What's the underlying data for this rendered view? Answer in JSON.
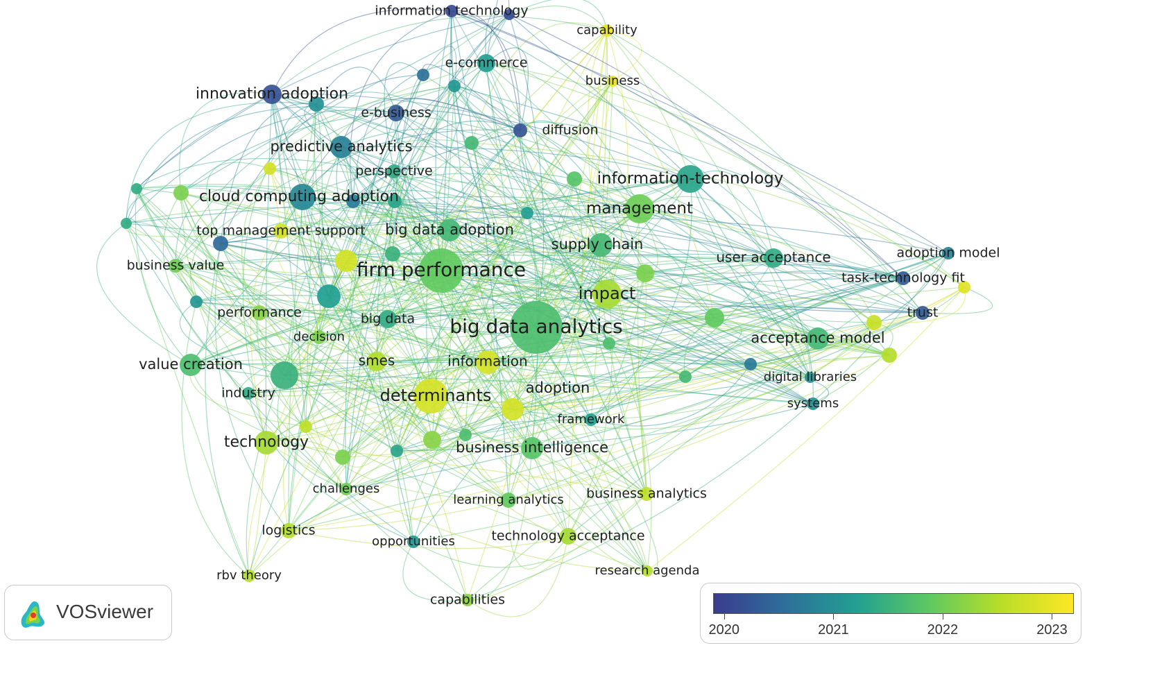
{
  "brand": {
    "name": "VOSviewer"
  },
  "legend": {
    "gradient_colors": [
      "#3b3b8f",
      "#2d6f9a",
      "#23a091",
      "#5ec962",
      "#b9de28",
      "#fde725"
    ],
    "ticks": [
      {
        "label": "2020",
        "value": 2020
      },
      {
        "label": "2021",
        "value": 2021
      },
      {
        "label": "2022",
        "value": 2022
      },
      {
        "label": "2023",
        "value": 2023
      }
    ],
    "range": [
      2019.9,
      2023.2
    ]
  },
  "keywords": [
    {
      "label": "information technology",
      "year": 2020.1
    },
    {
      "label": "capability",
      "year": 2023.0
    },
    {
      "label": "e-commerce",
      "year": 2021.2
    },
    {
      "label": "business",
      "year": 2023.0
    },
    {
      "label": "innovation adoption",
      "year": 2020.2
    },
    {
      "label": "e-business",
      "year": 2020.3
    },
    {
      "label": "diffusion",
      "year": 2020.2
    },
    {
      "label": "predictive analytics",
      "year": 2020.8
    },
    {
      "label": "perspective",
      "year": 2021.4
    },
    {
      "label": "information-technology",
      "year": 2021.3
    },
    {
      "label": "cloud computing adoption",
      "year": 2020.9
    },
    {
      "label": "management",
      "year": 2022.0
    },
    {
      "label": "top management support",
      "year": 2022.8
    },
    {
      "label": "big data adoption",
      "year": 2021.6
    },
    {
      "label": "supply chain",
      "year": 2021.6
    },
    {
      "label": "adoption model",
      "year": 2020.8
    },
    {
      "label": "user acceptance",
      "year": 2021.4
    },
    {
      "label": "business value",
      "year": 2022.0
    },
    {
      "label": "firm performance",
      "year": 2021.9
    },
    {
      "label": "task-technology fit",
      "year": 2020.3
    },
    {
      "label": "impact",
      "year": 2022.4
    },
    {
      "label": "trust",
      "year": 2020.3
    },
    {
      "label": "performance",
      "year": 2022.2
    },
    {
      "label": "big data",
      "year": 2021.4
    },
    {
      "label": "big data analytics",
      "year": 2021.7
    },
    {
      "label": "decision",
      "year": 2022.1
    },
    {
      "label": "acceptance model",
      "year": 2021.6
    },
    {
      "label": "value creation",
      "year": 2021.7
    },
    {
      "label": "smes",
      "year": 2022.5
    },
    {
      "label": "information",
      "year": 2022.8
    },
    {
      "label": "digital libraries",
      "year": 2021.0
    },
    {
      "label": "industry",
      "year": 2021.4
    },
    {
      "label": "adoption",
      "year": 2022.8
    },
    {
      "label": "determinants",
      "year": 2022.8
    },
    {
      "label": "systems",
      "year": 2021.0
    },
    {
      "label": "framework",
      "year": 2021.2
    },
    {
      "label": "technology",
      "year": 2022.4
    },
    {
      "label": "business intelligence",
      "year": 2021.8
    },
    {
      "label": "business analytics",
      "year": 2022.6
    },
    {
      "label": "challenges",
      "year": 2022.0
    },
    {
      "label": "learning analytics",
      "year": 2021.9
    },
    {
      "label": "logistics",
      "year": 2022.5
    },
    {
      "label": "opportunities",
      "year": 2021.1
    },
    {
      "label": "technology acceptance",
      "year": 2022.4
    },
    {
      "label": "rbv theory",
      "year": 2022.5
    },
    {
      "label": "research agenda",
      "year": 2022.5
    },
    {
      "label": "capabilities",
      "year": 2022.2
    }
  ],
  "unlabeled_nodes": [
    {
      "year": 2020.1
    },
    {
      "year": 2021.1
    },
    {
      "year": 2020.6
    },
    {
      "year": 2022.8
    },
    {
      "year": 2020.7
    },
    {
      "year": 2021.0
    },
    {
      "year": 2021.6
    },
    {
      "year": 2021.3
    },
    {
      "year": 2021.2
    },
    {
      "year": 2021.8
    },
    {
      "year": 2022.1
    },
    {
      "year": 2021.5
    },
    {
      "year": 2022.8
    },
    {
      "year": 2020.5
    },
    {
      "year": 2021.2
    },
    {
      "year": 2021.5
    },
    {
      "year": 2021.4
    },
    {
      "year": 2022.1
    },
    {
      "year": 2021.4
    },
    {
      "year": 2021.1
    },
    {
      "year": 2021.9
    },
    {
      "year": 2020.7
    },
    {
      "year": 2022.9
    },
    {
      "year": 2022.7
    },
    {
      "year": 2022.5
    },
    {
      "year": 2021.6
    },
    {
      "year": 2021.7
    },
    {
      "year": 2022.1
    },
    {
      "year": 2021.3
    },
    {
      "year": 2022.6
    },
    {
      "year": 2022.2
    },
    {
      "year": 2021.7
    }
  ]
}
